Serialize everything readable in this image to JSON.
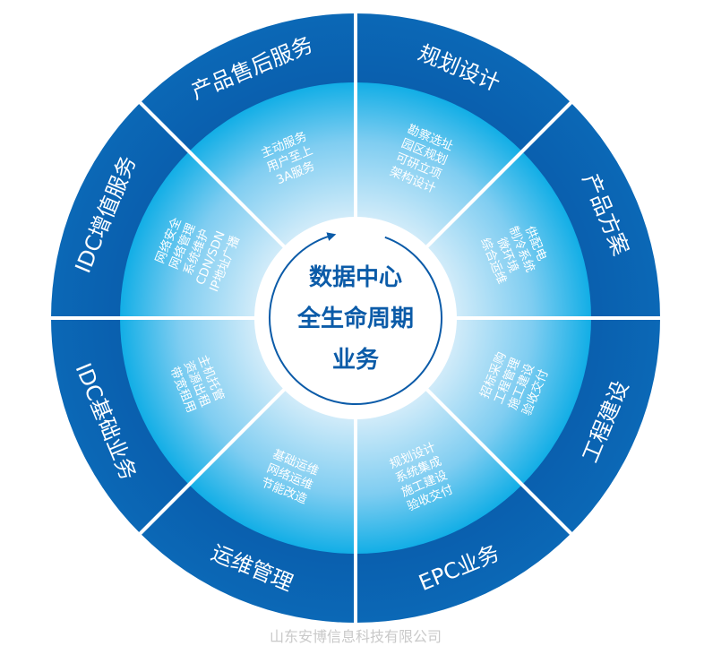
{
  "center": {
    "lines": [
      "数据中心",
      "全生命周期",
      "业务"
    ]
  },
  "segments": [
    {
      "label": "规划设计",
      "items": [
        "勘察选址",
        "园区规划",
        "可研立项",
        "架构设计"
      ]
    },
    {
      "label": "产品方案",
      "items": [
        "供配电",
        "制冷系统",
        "微环境",
        "综合运维"
      ]
    },
    {
      "label": "工程建设",
      "items": [
        "招标采购",
        "工程管理",
        "施工建设",
        "验收交付"
      ]
    },
    {
      "label": "EPC业务",
      "items": [
        "规划设计",
        "系统集成",
        "施工建设",
        "验收交付"
      ]
    },
    {
      "label": "运维管理",
      "items": [
        "基础运维",
        "网络运维",
        "节能改造"
      ]
    },
    {
      "label": "IDC基础业务",
      "items": [
        "主机托管",
        "资源出租",
        "带宽租用"
      ]
    },
    {
      "label": "IDC增值服务",
      "items": [
        "网络安全",
        "网络管理",
        "系统维护",
        "CDN/SDN",
        "IP地址广播"
      ]
    },
    {
      "label": "产品售后服务",
      "items": [
        "主动服务",
        "用户至上",
        "3A服务"
      ]
    }
  ],
  "footer": {
    "company": "山东安博信息科技有限公司"
  },
  "colors": {
    "outer_ring": "#0a64b2",
    "inner_edge": "#14b0e6",
    "inner_center": "#d8eefa",
    "center_text": "#0b5ba8"
  }
}
